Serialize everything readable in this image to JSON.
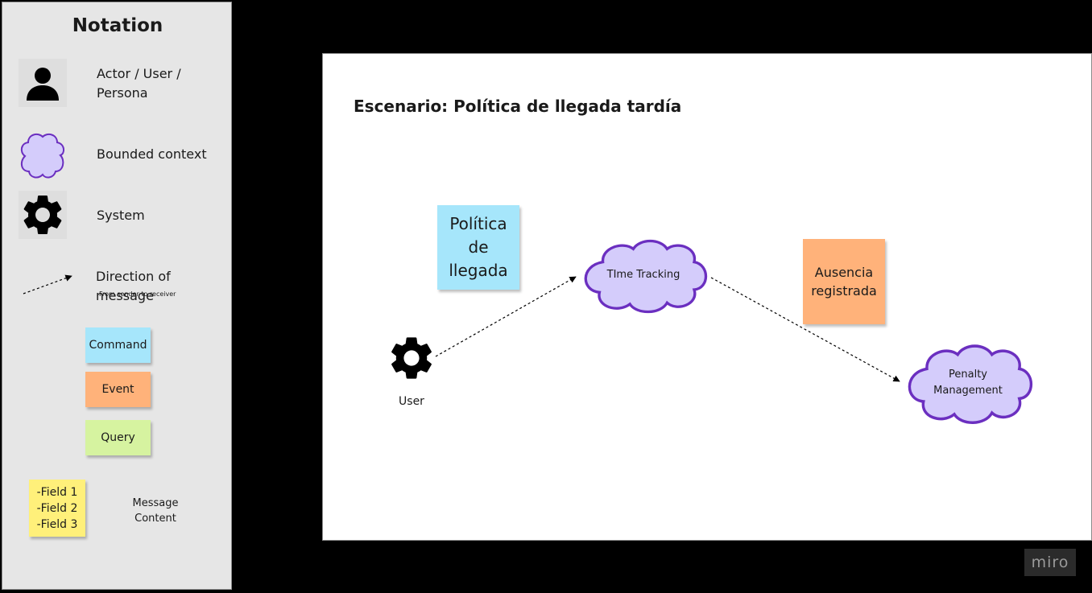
{
  "notation": {
    "title": "Notation",
    "actor_label_line1": "Actor / User /",
    "actor_label_line2": "Persona",
    "bounded_context_label": "Bounded context",
    "system_label": "System",
    "direction_label": "Direction of message",
    "direction_sublabel": "From sender to receiver",
    "command_label": "Command",
    "event_label": "Event",
    "query_label": "Query",
    "fields": [
      "-Field 1",
      "-Field 2",
      "-Field 3"
    ],
    "message_content_line1": "Message",
    "message_content_line2": "Content"
  },
  "scenario": {
    "title": "Escenario: Política de llegada tardía",
    "command_line1": "Política",
    "command_line2": "de",
    "command_line3": "llegada",
    "event_line1": "Ausencia",
    "event_line2": "registrada",
    "system_actor_label": "User",
    "context_time_tracking": "TIme Tracking",
    "context_penalty_line1": "Penalty",
    "context_penalty_line2": "Management"
  },
  "branding": {
    "logo_text": "miro"
  },
  "colors": {
    "command": "#a6e6fb",
    "event": "#ffb27a",
    "query": "#d6f3a0",
    "message_content": "#fff07a",
    "bounded_context_fill": "#d4ccfb",
    "bounded_context_stroke": "#6b2fc0"
  },
  "icons": [
    "user-icon",
    "cloud-icon",
    "gear-icon",
    "dashed-arrow-icon"
  ]
}
